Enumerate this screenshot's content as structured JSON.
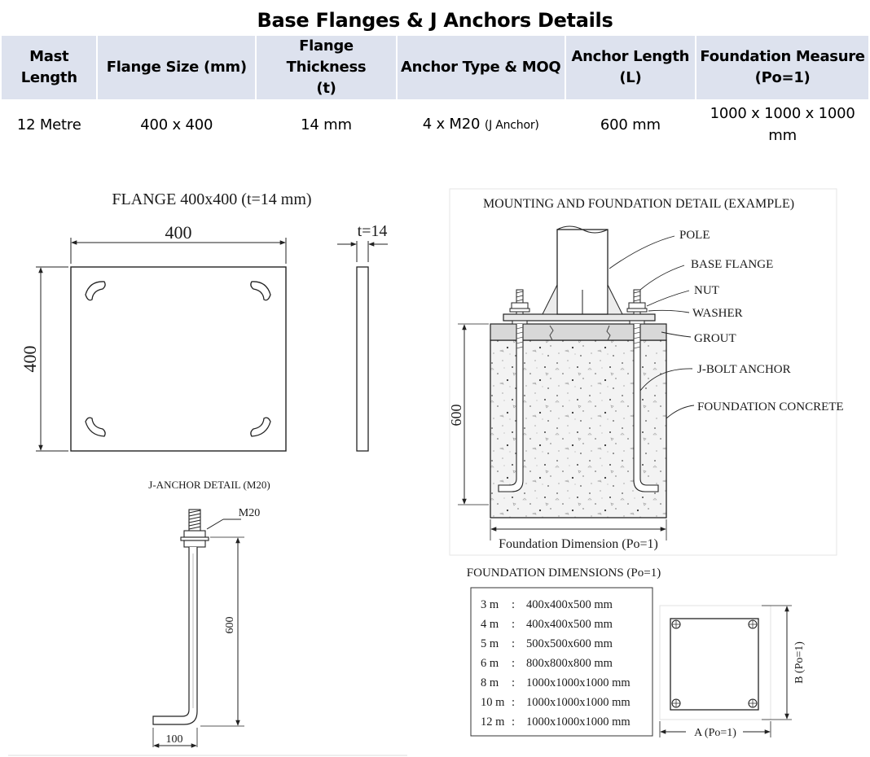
{
  "title": "Base Flanges & J Anchors Details",
  "table": {
    "headers": {
      "mast_length": [
        "Mast",
        "Length"
      ],
      "flange_size": "Flange Size (mm)",
      "flange_thickness": [
        "Flange Thickness",
        "(t)"
      ],
      "anchor_type": "Anchor Type & MOQ",
      "anchor_length": [
        "Anchor Length",
        "(L)"
      ],
      "foundation_measure": [
        "Foundation Measure",
        "(Po=1)"
      ]
    },
    "row": {
      "mast_length": "12 Metre",
      "flange_size": "400 x 400",
      "flange_thickness": "14 mm",
      "anchor_type": "4 x M20",
      "anchor_type_note": "(J Anchor)",
      "anchor_length": "600 mm",
      "foundation_measure": [
        "1000 x 1000 x 1000",
        "mm"
      ]
    }
  },
  "flange_drawing": {
    "title": "FLANGE 400x400 (t=14 mm)",
    "width_dim": "400",
    "height_dim": "400",
    "thickness_dim": "t=14"
  },
  "janchor_drawing": {
    "title": "J-ANCHOR DETAIL (M20)",
    "thread_label": "M20",
    "length_dim": "600",
    "hook_dim": "100"
  },
  "mounting_drawing": {
    "title": "MOUNTING AND FOUNDATION DETAIL (EXAMPLE)",
    "labels": {
      "pole": "POLE",
      "base_flange": "BASE FLANGE",
      "nut": "NUT",
      "washer": "WASHER",
      "grout": "GROUT",
      "j_bolt": "J-BOLT ANCHOR",
      "concrete": "FOUNDATION CONCRETE"
    },
    "depth_dim": "600",
    "bottom_label": "Foundation Dimension (Po=1)"
  },
  "foundation_dimensions": {
    "title": "FOUNDATION DIMENSIONS (Po=1)",
    "rows": [
      {
        "mast": "3 m",
        "dims": "400x400x500 mm"
      },
      {
        "mast": "4 m",
        "dims": "400x400x500 mm"
      },
      {
        "mast": "5 m",
        "dims": "500x500x600 mm"
      },
      {
        "mast": "6 m",
        "dims": "800x800x800 mm"
      },
      {
        "mast": "8 m",
        "dims": "1000x1000x1000 mm"
      },
      {
        "mast": "10 m",
        "dims": "1000x1000x1000 mm"
      },
      {
        "mast": "12 m",
        "dims": "1000x1000x1000 mm"
      }
    ],
    "plan_a_label": "A (Po=1)",
    "plan_b_label": "B (Po=1)"
  }
}
